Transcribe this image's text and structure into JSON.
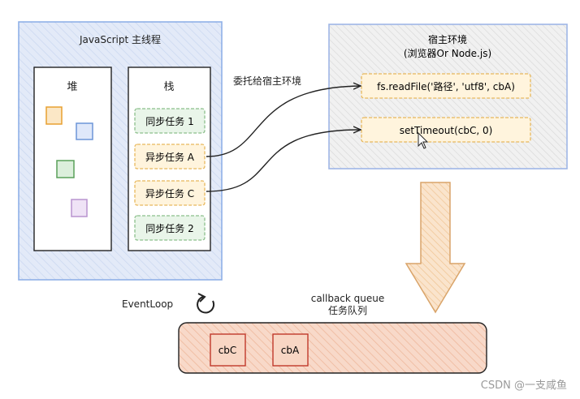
{
  "main_thread": {
    "title": "JavaScript 主线程"
  },
  "heap": {
    "label": "堆"
  },
  "stack": {
    "label": "栈",
    "items": [
      {
        "label": "同步任务 1"
      },
      {
        "label": "异步任务 A"
      },
      {
        "label": "异步任务 C"
      },
      {
        "label": "同步任务 2"
      }
    ]
  },
  "delegate_label": "委托给宿主环境",
  "host": {
    "title": "宿主环境",
    "subtitle": "(浏览器Or Node.js)",
    "items": [
      {
        "label": "fs.readFile('路径', 'utf8', cbA)"
      },
      {
        "label": "setTimeout(cbC, 0)"
      }
    ]
  },
  "event_loop": {
    "label": "EventLoop"
  },
  "queue": {
    "title": "callback queue",
    "subtitle": "任务队列",
    "items": [
      {
        "label": "cbC"
      },
      {
        "label": "cbA"
      }
    ]
  },
  "watermark": "CSDN @一支咸鱼",
  "colors": {
    "main_fill": "#dfe7f7",
    "main_stroke": "#8fb0e8",
    "host_fill": "#ececec",
    "host_stroke": "#9fb6e6",
    "task_fill": "#fff4dd",
    "task_stroke": "#e8b85c",
    "sync_fill": "#e6f4e6",
    "sync_stroke": "#8bbf8b",
    "arrow_fill": "#f6d7b5",
    "arrow_stroke": "#d9a46a",
    "queue_fill": "#f6cdb8",
    "queue_stroke": "#d08a66",
    "cb_stroke": "#c0392b",
    "square_orange": "#e8a030",
    "square_blue": "#6d95d8",
    "square_green": "#5aa05a",
    "square_purple": "#b894cf"
  }
}
